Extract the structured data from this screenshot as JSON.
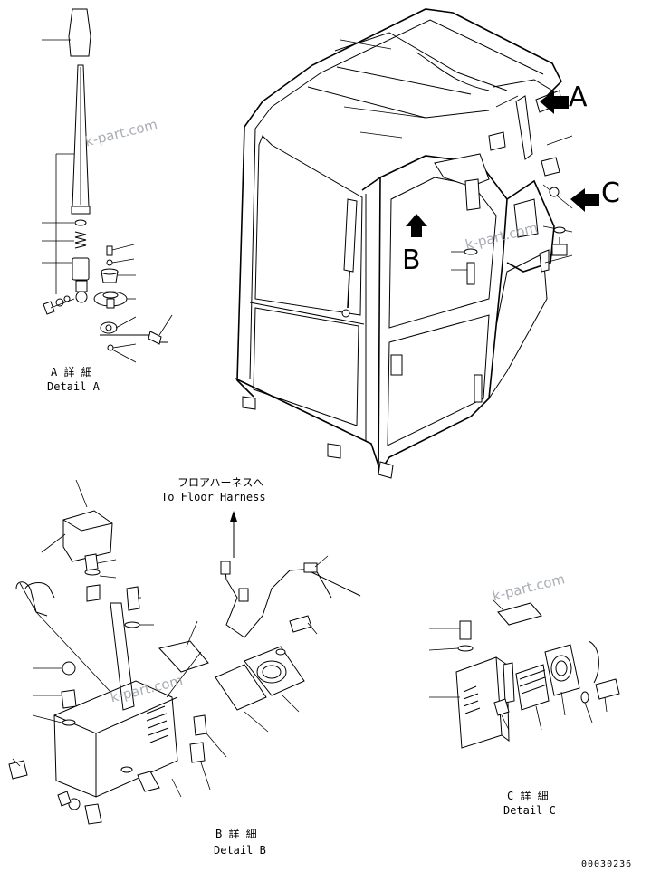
{
  "labels": {
    "detail_a_jp": "A 詳 細",
    "detail_a_en": "Detail A",
    "detail_b_jp": "B 詳 細",
    "detail_b_en": "Detail B",
    "detail_c_jp": "C 詳 細",
    "detail_c_en": "Detail C",
    "floor_harness_jp": "フロアハーネスへ",
    "floor_harness_en": "To Floor Harness",
    "view_a": "A",
    "view_b": "B",
    "view_c": "C",
    "drawing_number": "00030236"
  },
  "watermarks": [
    "k-part.com",
    "k-part.com",
    "k-part.com",
    "k-part.com"
  ]
}
